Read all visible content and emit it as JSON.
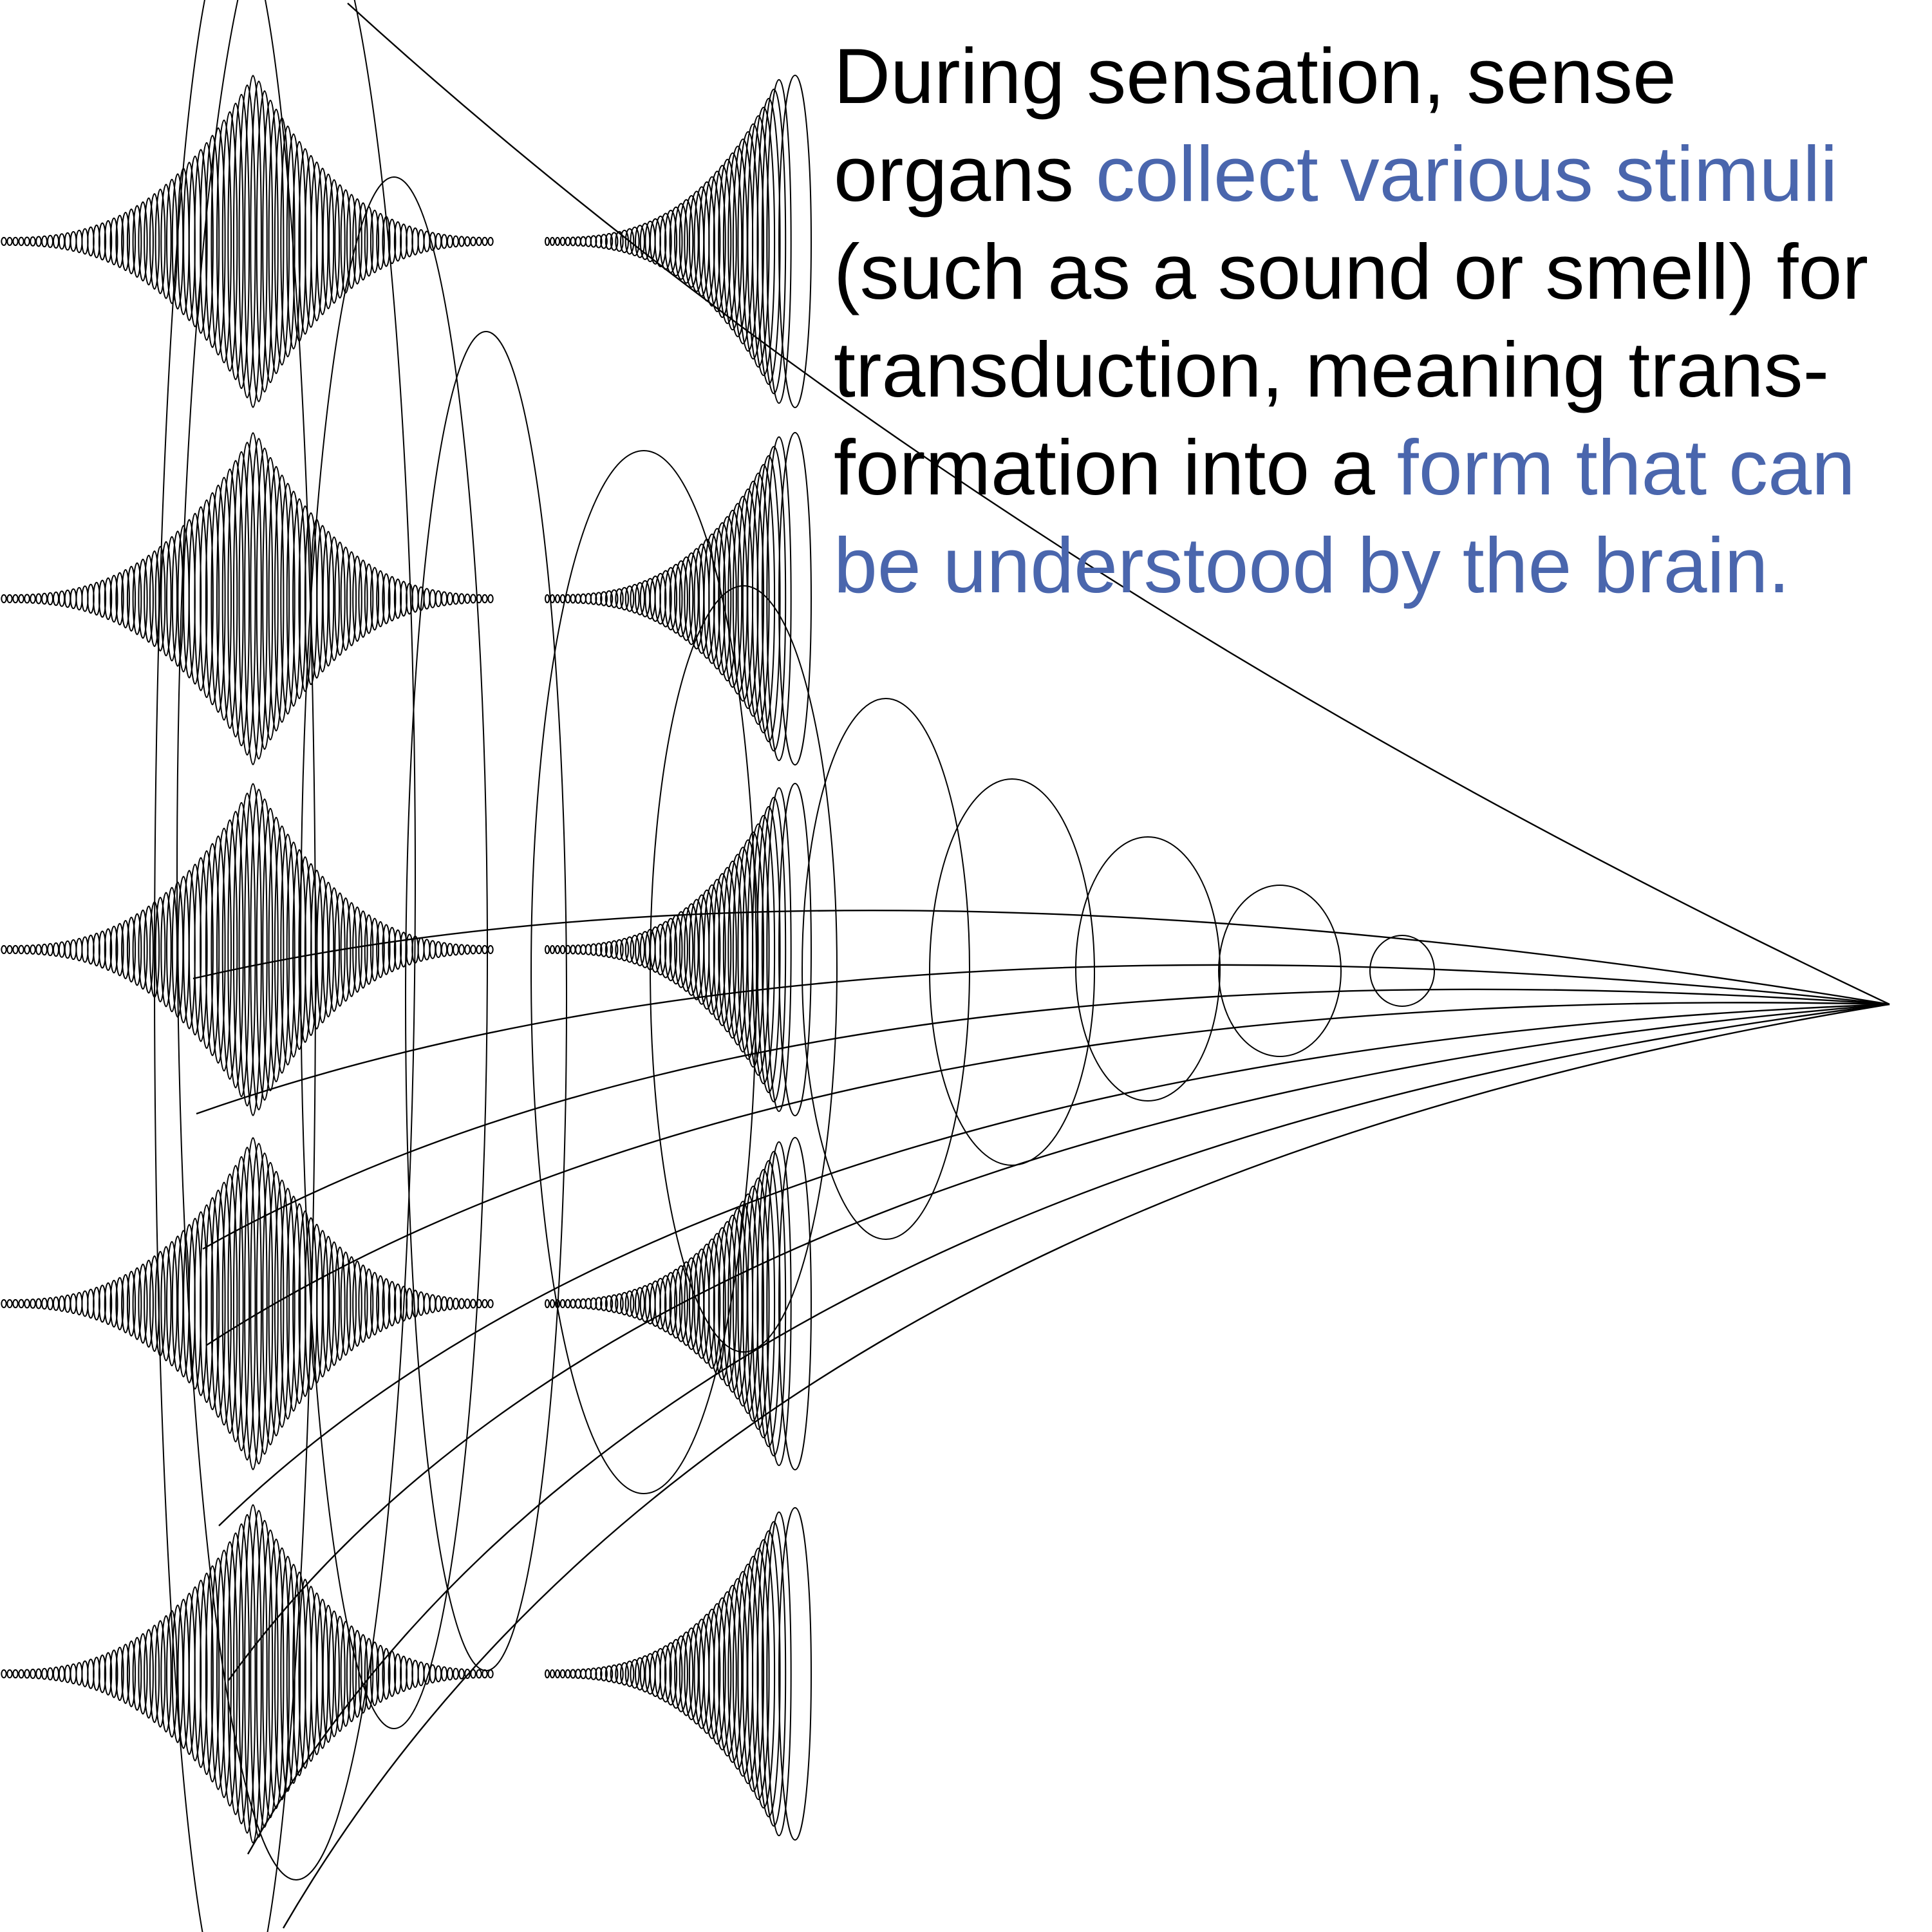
{
  "colors": {
    "background": "#ffffff",
    "stroke": "#000000",
    "text": "#000000",
    "highlight": "#4a66ad"
  },
  "caption": {
    "lines": [
      [
        {
          "text": "During sensation, sense",
          "highlight": false
        }
      ],
      [
        {
          "text": "organs ",
          "highlight": false
        },
        {
          "text": "collect various stimuli",
          "highlight": true
        }
      ],
      [
        {
          "text": "(such as a sound or smell) for",
          "highlight": false
        }
      ],
      [
        {
          "text": "transduction, meaning trans-",
          "highlight": false
        }
      ],
      [
        {
          "text": "formation into a ",
          "highlight": false
        },
        {
          "text": "form that can",
          "highlight": true
        }
      ],
      [
        {
          "text": "be understood by the brain.",
          "highlight": true
        }
      ]
    ]
  }
}
